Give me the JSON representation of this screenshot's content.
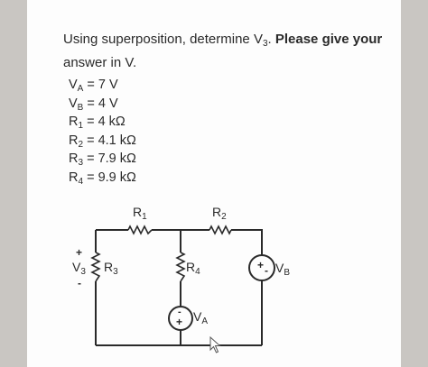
{
  "question": {
    "text_plain": "Using superposition, determine V",
    "target_sub": "3",
    "text_after": ". ",
    "bold_instruction": "Please give your",
    "line2": "answer in V."
  },
  "givens": [
    {
      "sym": "V",
      "sub": "A",
      "value": " = 7 V"
    },
    {
      "sym": "V",
      "sub": "B",
      "value": " = 4 V"
    },
    {
      "sym": "R",
      "sub": "1",
      "value": " = 4 kΩ"
    },
    {
      "sym": "R",
      "sub": "2",
      "value": " = 4.1 kΩ"
    },
    {
      "sym": "R",
      "sub": "3",
      "value": " = 7.9 kΩ"
    },
    {
      "sym": "R",
      "sub": "4",
      "value": " = 9.9 kΩ"
    }
  ],
  "circuit": {
    "r1": {
      "sym": "R",
      "sub": "1"
    },
    "r2": {
      "sym": "R",
      "sub": "2"
    },
    "r3": {
      "sym": "R",
      "sub": "3"
    },
    "r4": {
      "sym": "R",
      "sub": "4"
    },
    "v3": {
      "sym": "V",
      "sub": "3",
      "plus": "+",
      "minus": "-"
    },
    "va": {
      "sym": "V",
      "sub": "A"
    },
    "vb": {
      "sym": "V",
      "sub": "B"
    },
    "source_plus": "+",
    "source_minus": "-"
  },
  "colors": {
    "background": "#c9c6c2",
    "card": "#fdfdfd",
    "ink": "#2a2a2a"
  }
}
